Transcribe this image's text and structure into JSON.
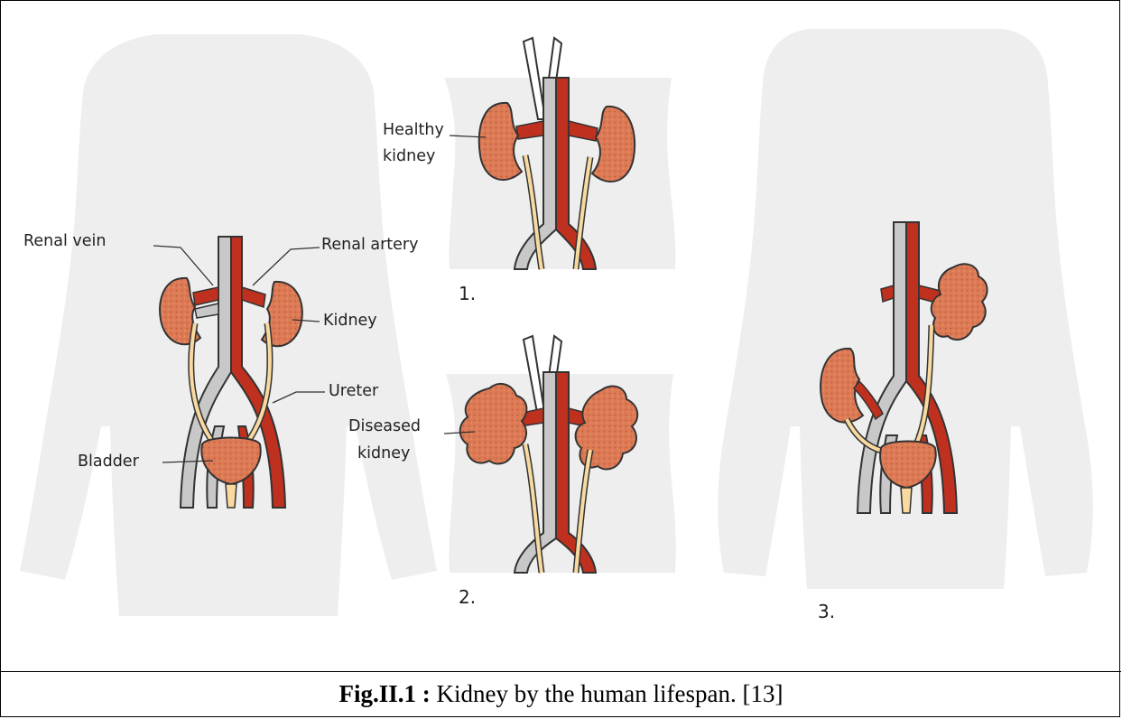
{
  "figure": {
    "labels": {
      "healthy_kidney": [
        "Healthy",
        "kidney"
      ],
      "renal_vein": "Renal vein",
      "renal_artery": "Renal artery",
      "kidney": "Kidney",
      "ureter": "Ureter",
      "bladder": "Bladder",
      "diseased_kidney": [
        "Diseased",
        "kidney"
      ],
      "panel_1": "1.",
      "panel_2": "2.",
      "panel_3": "3."
    },
    "caption": {
      "prefix": "Fig.II.1 :",
      "text": " Kidney by the human lifespan. [13]"
    },
    "colors": {
      "silhouette": "#eeeeee",
      "kidney": "#d9724e",
      "artery": "#c0301e",
      "vein": "#c8c8c8",
      "ureter": "#f8d9a0"
    }
  }
}
